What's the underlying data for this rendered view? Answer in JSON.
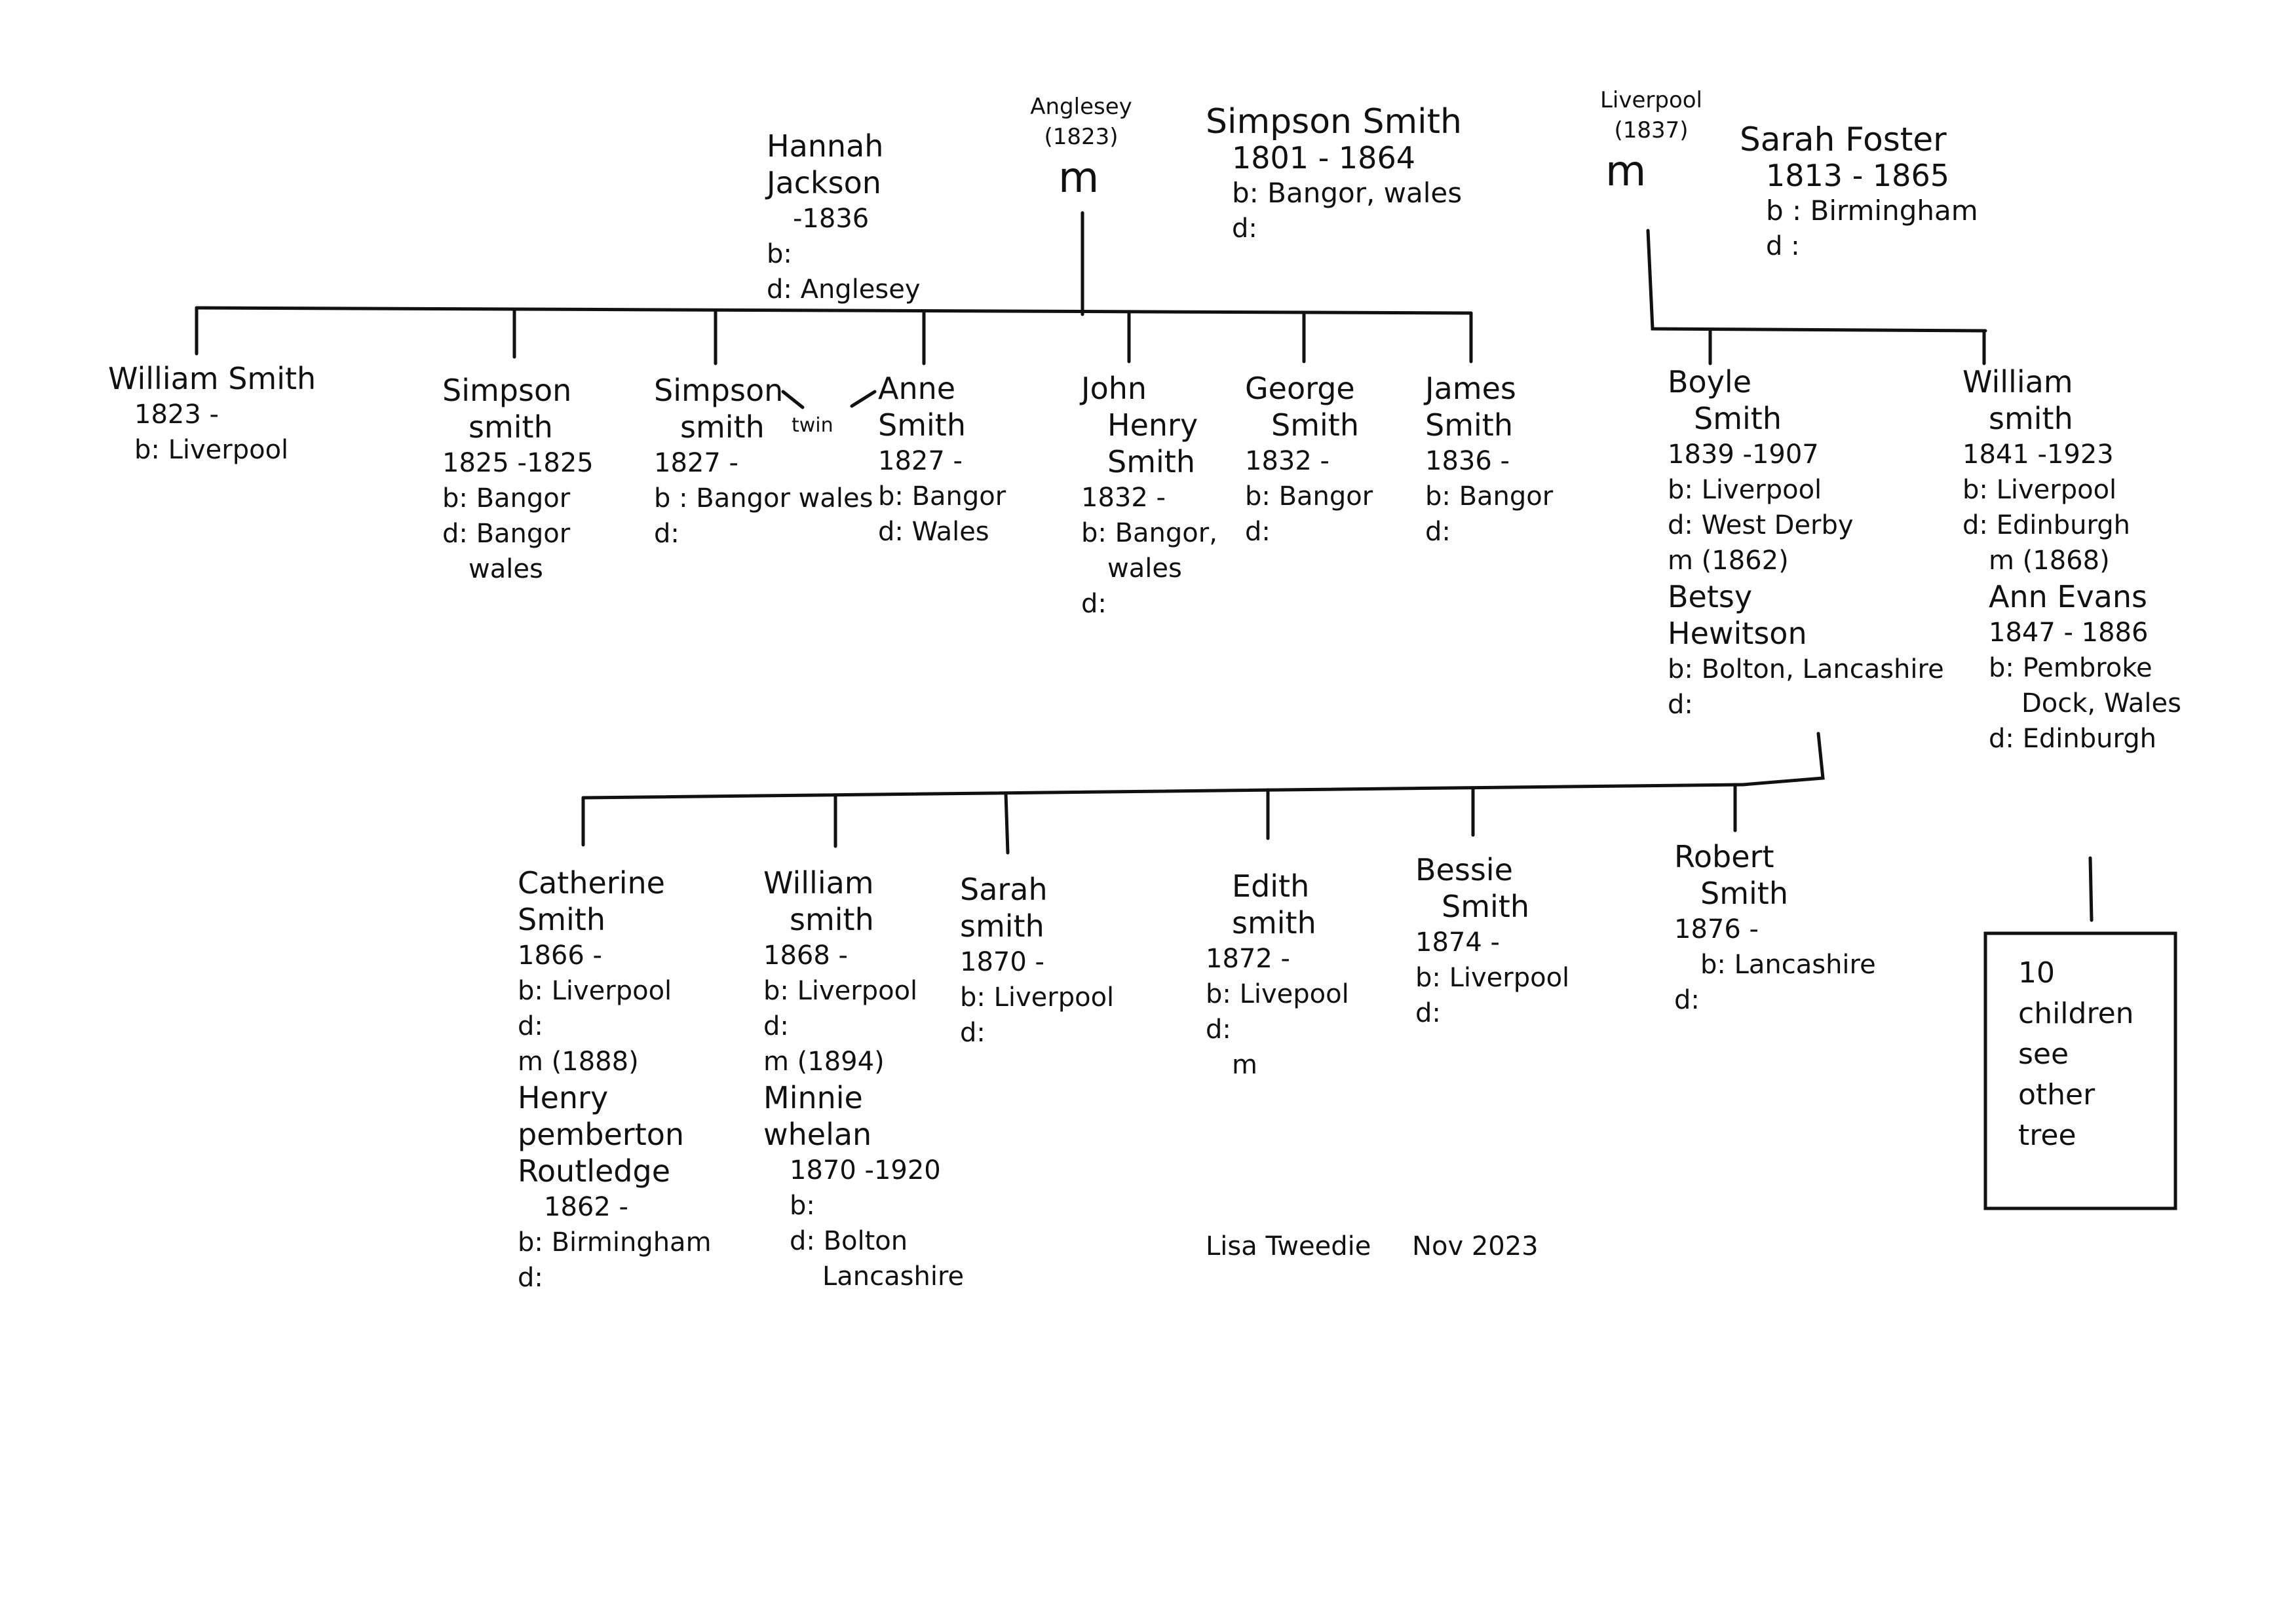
{
  "parents_gen1": {
    "hannah": {
      "name": [
        "Hannah",
        "Jackson"
      ],
      "dates": "-1836",
      "b": "b:",
      "d": "d: Anglesey"
    },
    "marriage1": {
      "place": "Anglesey",
      "year": "(1823)",
      "m": "m"
    },
    "simpson": {
      "name": "Simpson Smith",
      "dates": "1801 - 1864",
      "b": "b: Bangor, wales",
      "d": "d:"
    },
    "marriage2": {
      "place": "Liverpool",
      "year": "(1837)",
      "m": "m"
    },
    "sarah": {
      "name": "Sarah Foster",
      "dates": "1813 - 1865",
      "b": "b : Birmingham",
      "d": "d :"
    }
  },
  "children_gen2": [
    {
      "name": [
        "William Smith"
      ],
      "dates": "1823 -",
      "lines": [
        "b: Liverpool"
      ]
    },
    {
      "name": [
        "Simpson",
        "smith"
      ],
      "dates": "1825 -1825",
      "lines": [
        "b: Bangor",
        "d: Bangor",
        "wales"
      ]
    },
    {
      "name": [
        "Simpson",
        "smith"
      ],
      "dates": "1827 -",
      "lines": [
        "b : Bangor wales",
        "d:"
      ]
    },
    {
      "name": [
        "Anne",
        "Smith"
      ],
      "dates": "1827 -",
      "lines": [
        "b: Bangor",
        "d: Wales"
      ]
    },
    {
      "name": [
        "John",
        "Henry",
        "Smith"
      ],
      "dates": "1832 -",
      "lines": [
        "b: Bangor,",
        "wales",
        "d:"
      ]
    },
    {
      "name": [
        "George",
        "Smith"
      ],
      "dates": "1832 -",
      "lines": [
        "b: Bangor",
        "d:"
      ]
    },
    {
      "name": [
        "James",
        "Smith"
      ],
      "dates": "1836 -",
      "lines": [
        "b: Bangor",
        "d:"
      ]
    },
    {
      "name": [
        "Boyle",
        "Smith"
      ],
      "dates": "1839 -1907",
      "lines": [
        "b: Liverpool",
        "d: West Derby",
        "m (1862)",
        "Betsy",
        "Hewitson",
        "b: Bolton, Lancashire",
        "d:"
      ]
    },
    {
      "name": [
        "William",
        "smith"
      ],
      "dates": "1841 -1923",
      "lines": [
        "b: Liverpool",
        "d: Edinburgh",
        "m (1868)",
        "Ann Evans",
        "1847 - 1886",
        "b: Pembroke",
        "Dock, Wales",
        "d: Edinburgh"
      ]
    }
  ],
  "twin_label": "twin",
  "children_gen3": [
    {
      "name": [
        "Catherine",
        "Smith"
      ],
      "dates": "1866 -",
      "lines": [
        "b: Liverpool",
        "d:",
        "m (1888)",
        "Henry",
        "pemberton",
        "Routledge",
        "1862 -",
        "b: Birmingham",
        "d:"
      ]
    },
    {
      "name": [
        "William",
        "smith"
      ],
      "dates": "1868 -",
      "lines": [
        "b: Liverpool",
        "d:",
        "m (1894)",
        "Minnie",
        "whelan",
        "1870 -1920",
        "b:",
        "d: Bolton",
        "Lancashire"
      ]
    },
    {
      "name": [
        "Sarah",
        "smith"
      ],
      "dates": "1870 -",
      "lines": [
        "b: Liverpool",
        "d:"
      ]
    },
    {
      "name": [
        "Edith",
        "smith"
      ],
      "dates": "1872 -",
      "lines": [
        "b: Livepool",
        "d:",
        "m"
      ]
    },
    {
      "name": [
        "Bessie",
        "Smith"
      ],
      "dates": "1874 -",
      "lines": [
        "b: Liverpool",
        "d:"
      ]
    },
    {
      "name": [
        "Robert",
        "Smith"
      ],
      "dates": "1876 -",
      "lines": [
        "b: Lancashire",
        "d:"
      ]
    }
  ],
  "other_tree_box": [
    "10",
    "children",
    "see",
    "other",
    "tree"
  ],
  "credit": {
    "author": "Lisa Tweedie",
    "date": "Nov 2023"
  }
}
